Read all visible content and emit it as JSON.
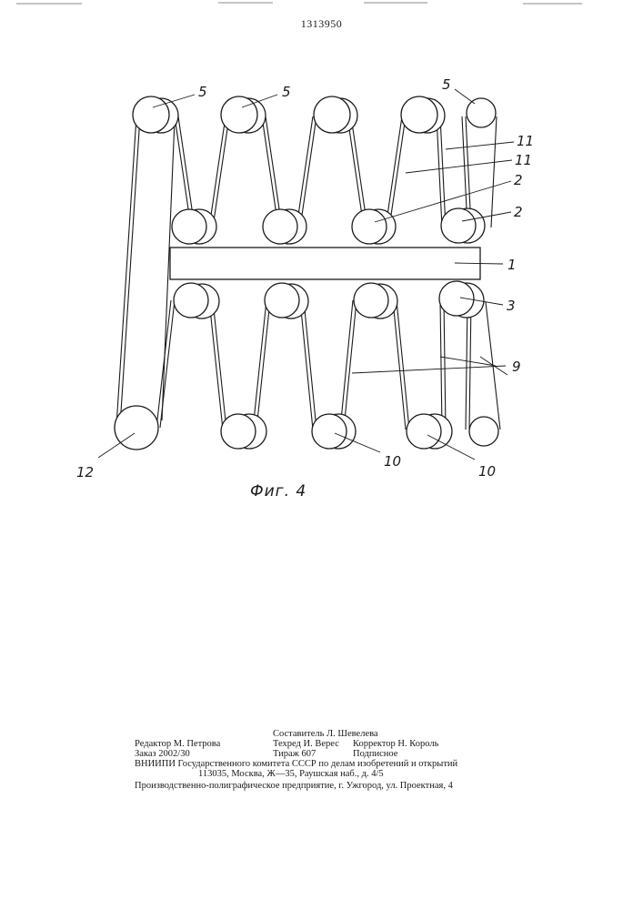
{
  "document": {
    "patent_number": "1313950",
    "figure_caption": "Фиг. 4"
  },
  "labels": {
    "l5a": "5",
    "l5b": "5",
    "l5c": "5",
    "l11a": "11",
    "l11b": "11",
    "l2a": "2",
    "l2b": "2",
    "l1": "1",
    "l3": "3",
    "l9": "9",
    "l12": "12",
    "l10a": "10",
    "l10b": "10"
  },
  "colophon": {
    "compiler": "Составитель Л. Шевелева",
    "editor": "Редактор М. Петрова",
    "techred": "Техред И. Верес",
    "corrector": "Корректор Н. Король",
    "order": "Заказ 2002/30",
    "circulation": "Тираж 607",
    "subscription": "Подписное",
    "org_line": "ВНИИПИ Государственного комитета СССР по делам изобретений и открытий",
    "address_line": "113035, Москва, Ж—35, Раушская наб., д. 4/5",
    "printer_line": "Производственно-полиграфическое предприятие, г. Ужгород, ул. Проектная, 4"
  }
}
